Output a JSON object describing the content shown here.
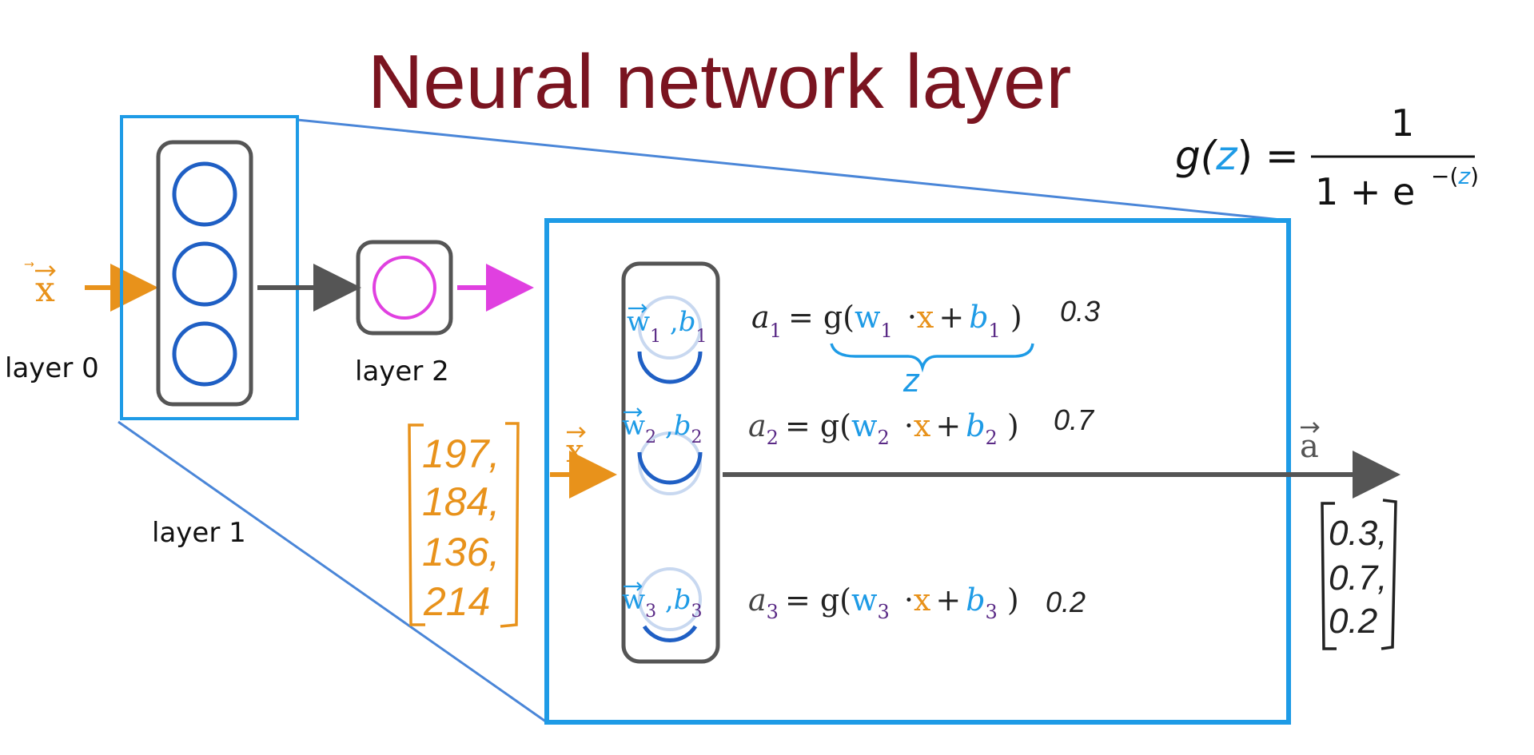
{
  "title": "Neural network layer",
  "sigmoid": {
    "lhs": "g(",
    "z": "z",
    "rhs": ") =",
    "numerator": "1",
    "denominator_base": "1 + e",
    "exponent_sign": "−(",
    "exponent_z": "z",
    "exponent_close": ")"
  },
  "left": {
    "input_symbol": "x",
    "layer0_label": "layer 0",
    "layer1_label": "layer 1",
    "layer2_label": "layer 2"
  },
  "zoom": {
    "input_symbol": "x",
    "output_symbol": "a",
    "input_values": [
      "197,",
      "184,",
      "136,",
      "214"
    ],
    "output_values": [
      "0.3,",
      "0.7,",
      "0.2"
    ],
    "z_label": "z",
    "units": [
      {
        "w": "w",
        "b": "b",
        "sub": "1",
        "a": "a",
        "eq": "= g(",
        "dot": "·",
        "x": "x",
        "plus": "+",
        "close": ")",
        "value": "0.3"
      },
      {
        "w": "w",
        "b": "b",
        "sub": "2",
        "a": "a",
        "eq": "= g(",
        "dot": "·",
        "x": "x",
        "plus": "+",
        "close": ")",
        "value": "0.7"
      },
      {
        "w": "w",
        "b": "b",
        "sub": "3",
        "a": "a",
        "eq": "= g(",
        "dot": "·",
        "x": "x",
        "plus": "+",
        "close": ")",
        "value": "0.2"
      }
    ]
  },
  "colors": {
    "title": "#7a1420",
    "box_blue": "#1e9be6",
    "zoom_line": "#4a86d8",
    "neuron_blue": "#1f5fc4",
    "magenta": "#e040e0",
    "orange": "#e8921b",
    "purple": "#5a2a86",
    "cyan": "#1e9be6",
    "dark": "#222222",
    "gray": "#555555"
  }
}
